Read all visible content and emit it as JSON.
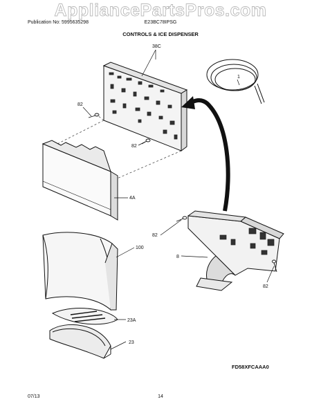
{
  "watermark": "AppliancePartsPros.com",
  "header": {
    "publication": "Publication No: 5995635298",
    "model": "E23BC78IPSG",
    "title": "CONTROLS & ICE DISPENSER"
  },
  "callouts": {
    "c38c": "38C",
    "c1": "1",
    "c82_top": "82",
    "c82_mid": "82",
    "c4a": "4A",
    "c82_right": "82",
    "c8": "8",
    "c100": "100",
    "c82_bottom": "82",
    "c23a": "23A",
    "c23": "23"
  },
  "diagram_code": "FD58XFCAAA0",
  "footer": {
    "date": "07/13",
    "page": "14"
  }
}
